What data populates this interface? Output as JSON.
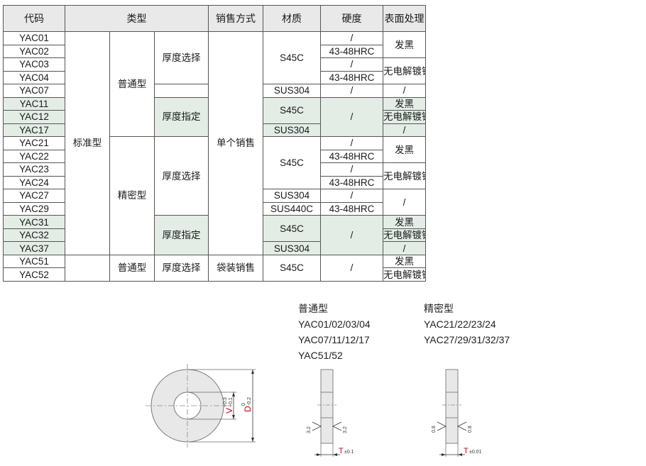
{
  "headers": {
    "code": "代码",
    "type": "类型",
    "sales": "销售方式",
    "material": "材质",
    "hardness": "硬度",
    "surface": "表面处理"
  },
  "codes": [
    "YAC01",
    "YAC02",
    "YAC03",
    "YAC04",
    "YAC07",
    "YAC11",
    "YAC12",
    "YAC17",
    "YAC21",
    "YAC22",
    "YAC23",
    "YAC24",
    "YAC27",
    "YAC29",
    "YAC31",
    "YAC32",
    "YAC37",
    "YAC51",
    "YAC52"
  ],
  "type_std": "标准型",
  "type_normal": "普通型",
  "type_precision": "精密型",
  "thickness_select": "厚度选择",
  "thickness_specify": "厚度指定",
  "sale_single": "单个销售",
  "sale_bag": "袋装销售",
  "mat_s45c": "S45C",
  "mat_sus304": "SUS304",
  "mat_sus440c": "SUS440C",
  "hard_none": "/",
  "hard_hrc": "43-48HRC",
  "surf_black": "发黑",
  "surf_nickel": "无电解镀镍",
  "surf_none": "/",
  "notes": {
    "normal_title": "普通型",
    "normal_line1": "YAC01/02/03/04",
    "normal_line2": "YAC07/11/12/17",
    "normal_line3": "YAC51/52",
    "precision_title": "精密型",
    "precision_line1": "YAC21/22/23/24",
    "precision_line2": "YAC27/29/31/32/37"
  },
  "drawing": {
    "v_label": "V",
    "v_tol_upper": "+0.3",
    "v_tol_lower": "+0.1",
    "d_label": "D",
    "d_tol_upper": "0",
    "d_tol_lower": "-0.2",
    "t_label": "T",
    "t_tol_normal": "±0.1",
    "t_tol_precision": "±0.01",
    "rough_normal": "3.2",
    "rough_precision": "0.8",
    "dim_color": "#d0021b"
  }
}
